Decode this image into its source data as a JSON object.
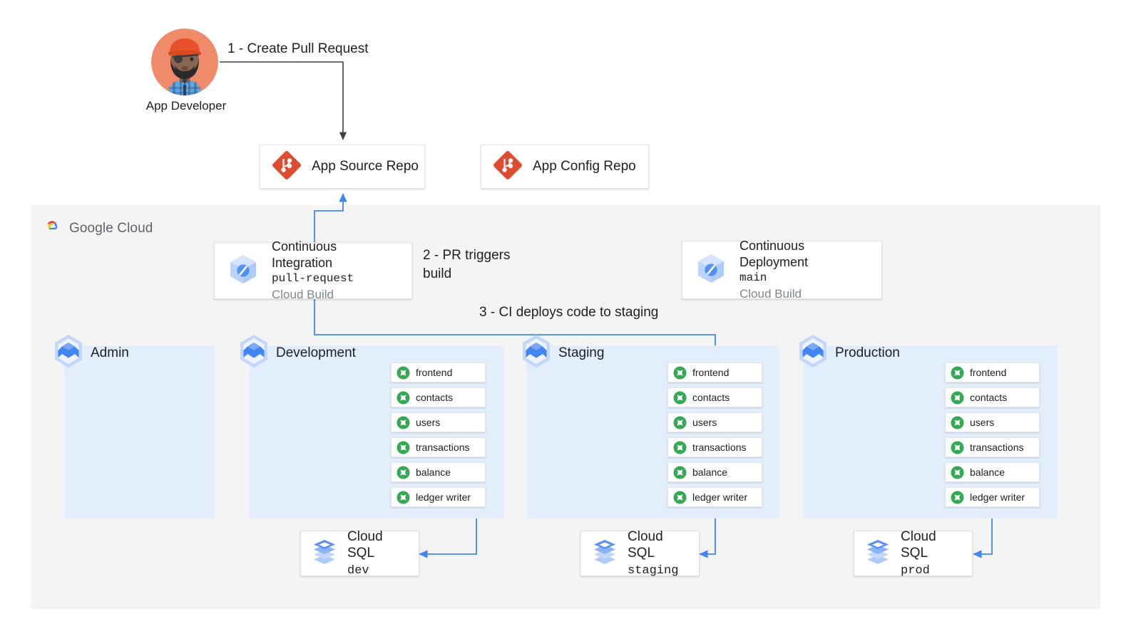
{
  "colors": {
    "gcp_panel_bg": "#f4f4f4",
    "env_panel_bg": "#e3eefc",
    "edge_blue": "#4285f4",
    "arrow_dark": "#3c4043",
    "git_red": "#e24329",
    "pod_green": "#34a853",
    "cloudbuild_blue": "#aecbfa",
    "gke_blue": "#4285f4"
  },
  "actor": {
    "name": "App Developer",
    "avatar_icon": "developer-avatar-icon"
  },
  "steps": [
    {
      "id": "step1",
      "label": "1 - Create Pull Request"
    },
    {
      "id": "step2",
      "label": "2 - PR triggers\nbuild",
      "line1": "2 - PR triggers",
      "line2": "build"
    },
    {
      "id": "step3",
      "label": "3 - CI deploys code to staging"
    }
  ],
  "repos": [
    {
      "id": "app-source-repo",
      "label": "App Source Repo",
      "icon": "git-icon"
    },
    {
      "id": "app-config-repo",
      "label": "App Config Repo",
      "icon": "git-icon"
    }
  ],
  "cloud_container": {
    "brand_google": "Google",
    "brand_cloud": "Cloud",
    "logo_icon": "google-cloud-logo-icon"
  },
  "pipelines": [
    {
      "id": "continuous-integration",
      "title": "Continuous Integration",
      "branch": "pull-request",
      "product": "Cloud Build",
      "icon": "cloud-build-icon"
    },
    {
      "id": "continuous-deployment",
      "title": "Continuous Deployment",
      "branch": "main",
      "product": "Cloud Build",
      "icon": "cloud-build-icon"
    }
  ],
  "environments": [
    {
      "id": "admin",
      "name": "Admin",
      "icon": "gke-namespace-icon",
      "services": [],
      "database": null
    },
    {
      "id": "development",
      "name": "Development",
      "icon": "gke-namespace-icon",
      "services": [
        {
          "name": "frontend",
          "icon": "pod-icon"
        },
        {
          "name": "contacts",
          "icon": "pod-icon"
        },
        {
          "name": "users",
          "icon": "pod-icon"
        },
        {
          "name": "transactions",
          "icon": "pod-icon"
        },
        {
          "name": "balance",
          "icon": "pod-icon"
        },
        {
          "name": "ledger writer",
          "icon": "pod-icon"
        }
      ],
      "database": {
        "title": "Cloud SQL",
        "env": "dev",
        "icon": "cloud-sql-icon"
      }
    },
    {
      "id": "staging",
      "name": "Staging",
      "icon": "gke-namespace-icon",
      "services": [
        {
          "name": "frontend",
          "icon": "pod-icon"
        },
        {
          "name": "contacts",
          "icon": "pod-icon"
        },
        {
          "name": "users",
          "icon": "pod-icon"
        },
        {
          "name": "transactions",
          "icon": "pod-icon"
        },
        {
          "name": "balance",
          "icon": "pod-icon"
        },
        {
          "name": "ledger writer",
          "icon": "pod-icon"
        }
      ],
      "database": {
        "title": "Cloud SQL",
        "env": "staging",
        "icon": "cloud-sql-icon"
      }
    },
    {
      "id": "production",
      "name": "Production",
      "icon": "gke-namespace-icon",
      "services": [
        {
          "name": "frontend",
          "icon": "pod-icon"
        },
        {
          "name": "contacts",
          "icon": "pod-icon"
        },
        {
          "name": "users",
          "icon": "pod-icon"
        },
        {
          "name": "transactions",
          "icon": "pod-icon"
        },
        {
          "name": "balance",
          "icon": "pod-icon"
        },
        {
          "name": "ledger writer",
          "icon": "pod-icon"
        }
      ],
      "database": {
        "title": "Cloud SQL",
        "env": "prod",
        "icon": "cloud-sql-icon"
      }
    }
  ]
}
